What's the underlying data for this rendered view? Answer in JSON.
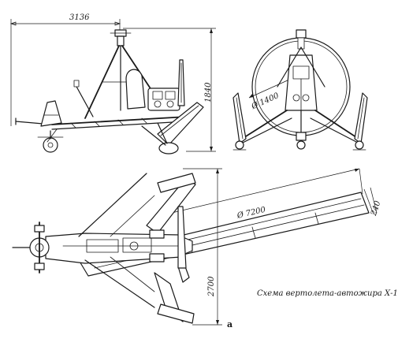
{
  "dimensions": {
    "overall_length": "3136",
    "height": "1840",
    "wheel_diameter": "Ø 1400",
    "rotor_diameter": "Ø 7200",
    "blade_chord": "240",
    "span": "2700"
  },
  "caption": "Схема вертолета-автожира Х-1",
  "view_letter": "а"
}
